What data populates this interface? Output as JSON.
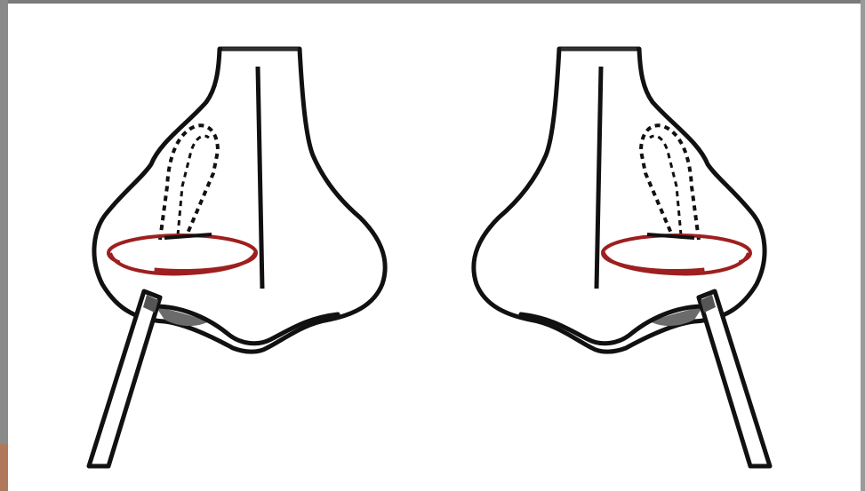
{
  "figure": {
    "panels": [
      {
        "id": "left",
        "side": "left",
        "mirrored": false
      },
      {
        "id": "right",
        "side": "right",
        "mirrored": true
      }
    ],
    "colors": {
      "outline": "#111111",
      "ring": "#9e1f1f",
      "shadow": "#6b6b6b",
      "background": "#ffffff",
      "frame": "#7a7a7a"
    }
  }
}
